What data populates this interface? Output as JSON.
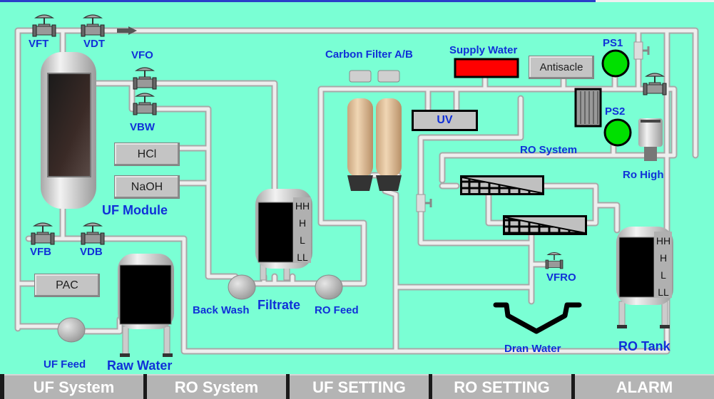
{
  "colors": {
    "background": "#7affd4",
    "label": "#1030d8",
    "supply_water": "#ff0000",
    "pressure_ok": "#00e000",
    "nav_button": "#b4b4b4"
  },
  "valves": {
    "vft": "VFT",
    "vdt": "VDT",
    "vfo": "VFO",
    "vbw": "VBW",
    "vfb": "VFB",
    "vdb": "VDB",
    "vfro": "VFRO"
  },
  "labels": {
    "uf_module": "UF Module",
    "carbon_filter": "Carbon Filter A/B",
    "supply_water": "Supply Water",
    "ps1": "PS1",
    "ps2": "PS2",
    "ro_system": "RO System",
    "ro_high": "Ro High",
    "back_wash": "Back Wash",
    "filtrate": "Filtrate",
    "ro_feed": "RO Feed",
    "uf_feed": "UF Feed",
    "raw_water": "Raw Water",
    "dran_water": "Dran Water",
    "ro_tank": "RO Tank"
  },
  "dosing": {
    "hcl": "HCl",
    "naoh": "NaOH",
    "pac": "PAC",
    "antiscale": "Antisacle",
    "uv": "UV"
  },
  "tank_levels": [
    "HH",
    "H",
    "L",
    "LL"
  ],
  "nav": [
    {
      "label": "UF System"
    },
    {
      "label": "RO System"
    },
    {
      "label": "UF SETTING"
    },
    {
      "label": "RO SETTING"
    },
    {
      "label": "ALARM"
    }
  ]
}
